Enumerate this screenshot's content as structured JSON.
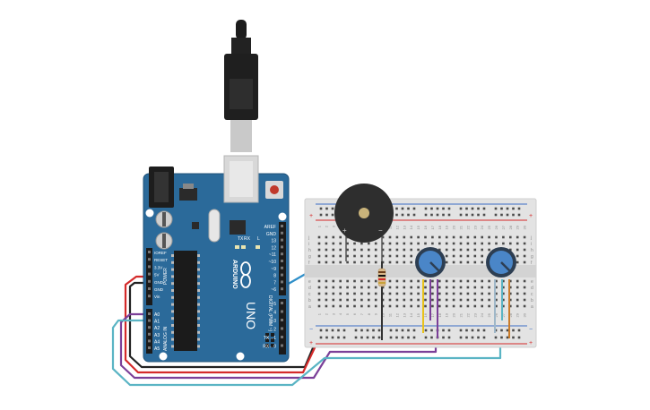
{
  "board": {
    "model": "UNO",
    "brand_logo": "ARDUINO",
    "power_header_labels": [
      "IOREF",
      "RESET",
      "3.3V",
      "5V",
      "GND",
      "GND",
      "Vin"
    ],
    "power_label": "POWER",
    "analog_header_labels": [
      "A0",
      "A1",
      "A2",
      "A3",
      "A4",
      "A5"
    ],
    "analog_label": "ANALOG IN",
    "digital_header_labels": [
      "AREF",
      "GND",
      "13",
      "12",
      "~11",
      "~10",
      "~9",
      "8",
      "7",
      "~6",
      "~5",
      "4",
      "~3",
      "2",
      "TX→1",
      "RX←0"
    ],
    "digital_label": "DIGITAL (PWM ~)",
    "led_labels": [
      "TX",
      "RX",
      "L"
    ],
    "icsp_label": "ICSP"
  },
  "breadboard": {
    "column_numbers": [
      "1",
      "2",
      "3",
      "4",
      "5",
      "6",
      "7",
      "8",
      "9",
      "10",
      "11",
      "12",
      "13",
      "14",
      "15",
      "16",
      "17",
      "18",
      "19",
      "20",
      "21",
      "22",
      "23",
      "24",
      "25",
      "26",
      "27",
      "28",
      "29",
      "30"
    ],
    "row_letters_top": [
      "j",
      "i",
      "h",
      "g",
      "f"
    ],
    "row_letters_bottom": [
      "e",
      "d",
      "c",
      "b",
      "a"
    ],
    "rail_plus": "+",
    "rail_minus": "−"
  },
  "buzzer": {
    "pin_plus": "+",
    "pin_minus": "−"
  },
  "colors": {
    "board_blue": "#2b6a9a",
    "wire_red": "#d42a2a",
    "wire_black": "#222222",
    "wire_purple": "#7b3f98",
    "wire_cyan": "#5ab4c4",
    "wire_blue": "#2f8fc9",
    "wire_yellow": "#e8c21a",
    "wire_orange": "#c97b2a",
    "wire_gray": "#9fb7c8",
    "pot_blue": "#4a86c8"
  }
}
